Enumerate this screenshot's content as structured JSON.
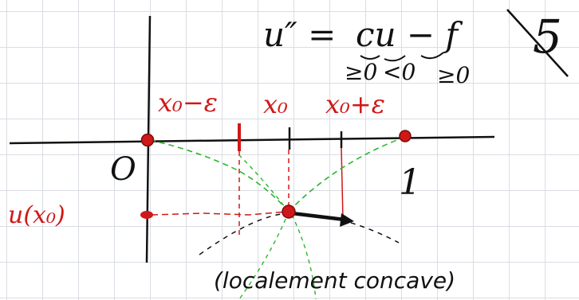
{
  "equation": {
    "lhs": "u″ =",
    "rhs": "cu − f"
  },
  "sign_notes": [
    "≥0",
    "<0",
    "≥0"
  ],
  "page_number": "5",
  "labels": {
    "x_minus_eps": "x₀−ε",
    "x0": "x₀",
    "x_plus_eps": "x₀+ε",
    "origin": "O",
    "one": "1",
    "u_x0": "u(x₀)"
  },
  "annotation": "(localement concave)",
  "colors": {
    "ink": "#111111",
    "red": "#d01818",
    "green": "#2db52d",
    "grid": "#d9dde3"
  }
}
